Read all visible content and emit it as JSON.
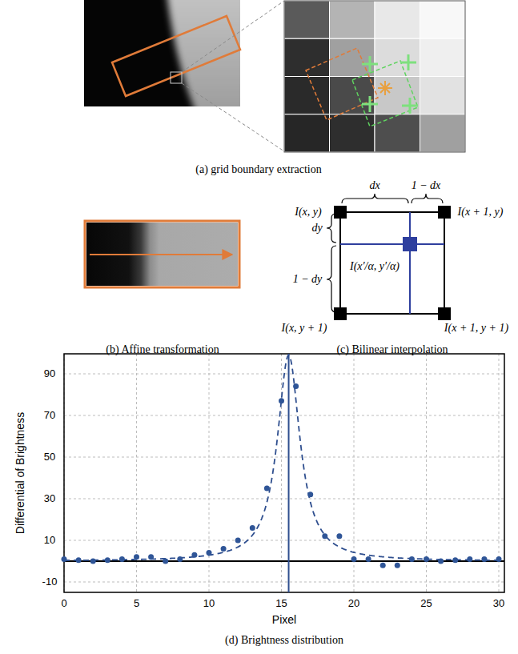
{
  "diagram": {
    "labels": [
      "(a) grid boundary extraction",
      "(b) Affine transformation",
      "I(x, y)",
      "dx",
      "1 − dx",
      "I(x + 1, y)",
      "dy",
      "1 − dy",
      "I(x′/α, y′/α)",
      "I(x, y + 1)",
      "I(x + 1, y + 1)",
      "(c) Bilinear interpolation",
      "90",
      "70",
      "50",
      "30",
      "10",
      "-10",
      "0",
      "5",
      "10",
      "15",
      "20",
      "25",
      "30",
      "Differential of Brightness",
      "Pixel",
      "(d) Brightness distribution"
    ]
  }
}
